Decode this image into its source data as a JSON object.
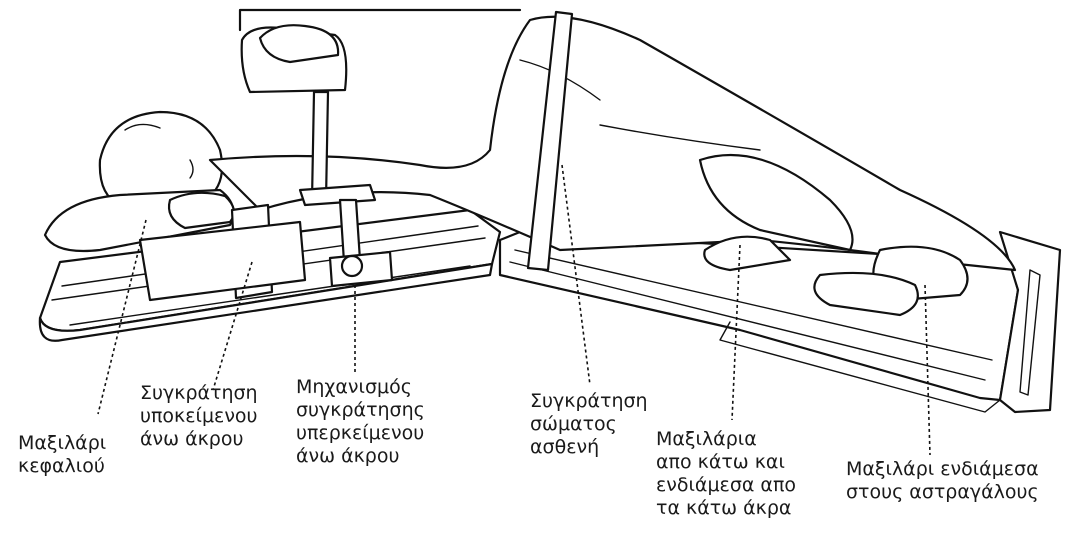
{
  "figure": {
    "labels": {
      "head_pillow": "Μαξιλάρι\nκεφαλιού",
      "lower_arm_support": "Συγκράτηση\nυποκείμενου\nάνω άκρου",
      "upper_arm_mechanism": "Μηχανισμός\nσυγκράτησης\nυπερκείμενου\nάνω άκρου",
      "body_support": "Συγκράτηση\nσώματος\nασθενή",
      "leg_pillows": "Μαξιλάρια\nαπο κάτω και\nενδιάμεσα απο\nτα κάτω άκρα",
      "ankle_pillow": "Μαξιλάρι ενδιάμεσα\nστους αστραγάλους"
    }
  }
}
